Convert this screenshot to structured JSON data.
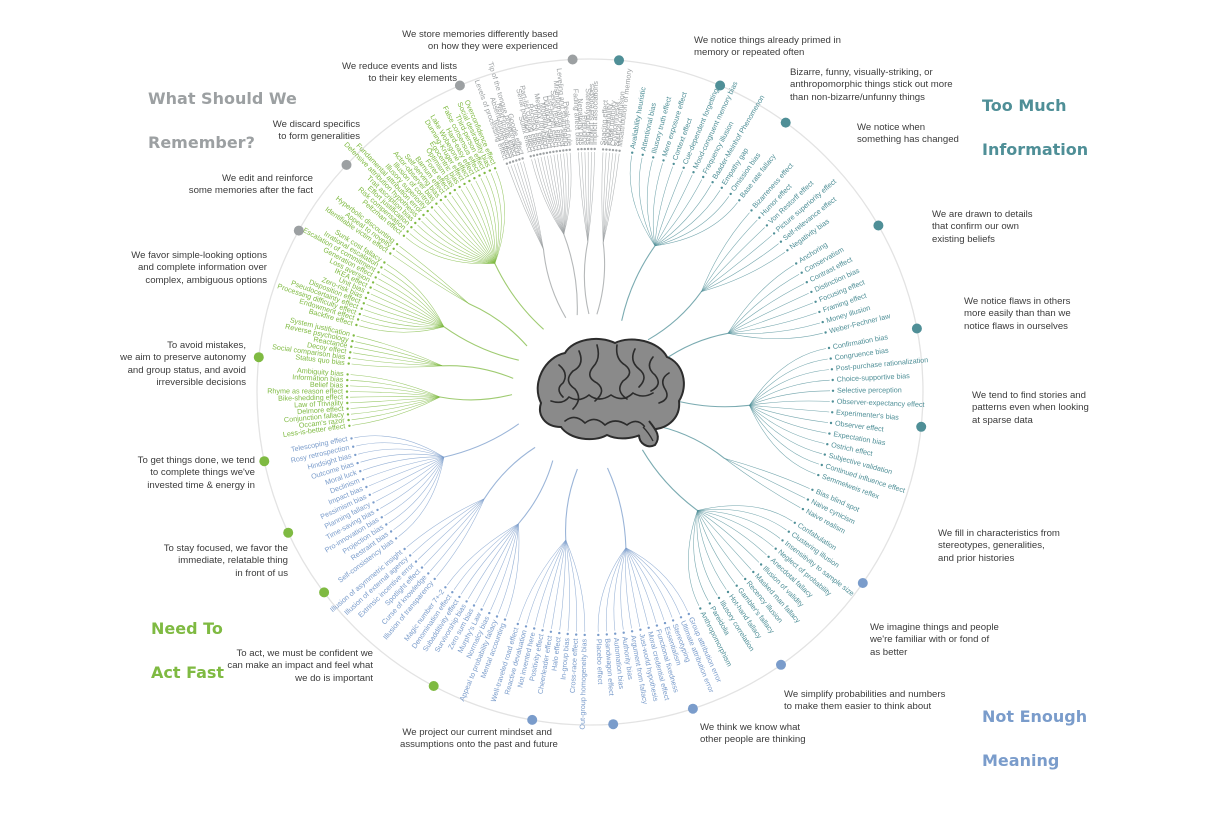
{
  "quadrants": [
    {
      "id": "remember",
      "color": "#9ca0a2",
      "title": [
        "What Should We",
        "Remember?"
      ],
      "needs": [
        {
          "lines": [
            "We store memories differently based",
            "on how they were experienced"
          ],
          "biases": [
            "Levels of processing effect",
            "Testing effect",
            "Absent-mindedness",
            "Next-in-line effect",
            "Tip of the tongue phenomenon",
            "Google effect"
          ]
        },
        {
          "lines": [
            "We reduce events and lists",
            "to their key elements"
          ],
          "biases": [
            "Suffix effect",
            "Serial position effect",
            "Part-list cueing effect",
            "Recency effect",
            "Primacy effect",
            "Memory inhibition",
            "Modality effect",
            "Duration neglect",
            "List-length effect",
            "Serial recall effect",
            "Misinformation effect",
            "Leveling and sharpening",
            "Peak-end rule"
          ]
        },
        {
          "lines": [
            "We discard specifics",
            "to form generalities"
          ],
          "biases": [
            "Fading affect bias",
            "Negativity bias",
            "Prejudice",
            "Stereotypical bias",
            "Implicit stereotypes",
            "Implicit associations"
          ]
        },
        {
          "lines": [
            "We edit and reinforce",
            "some memories after the fact"
          ],
          "biases": [
            "Spacing effect",
            "Suggestibility",
            "False memory",
            "Cryptomnesia",
            "Source confusion",
            "Misattribution of memory"
          ]
        }
      ]
    },
    {
      "id": "fast",
      "color": "#7fba42",
      "title": [
        "Need To",
        "Act Fast"
      ],
      "needs": [
        {
          "lines": [
            "We favor simple-looking options",
            "and complete information over",
            "complex, ambiguous options"
          ],
          "biases": [
            "Less-is-better effect",
            "Occam's razor",
            "Conjunction fallacy",
            "Delmore effect",
            "Law of Triviality",
            "Bike-shedding effect",
            "Rhyme as reason effect",
            "Belief bias",
            "Information bias",
            "Ambiguity bias"
          ]
        },
        {
          "lines": [
            "To avoid mistakes,",
            "we aim to preserve autonomy",
            "and group status, and avoid",
            "irreversible decisions"
          ],
          "biases": [
            "Status quo bias",
            "Social comparison bias",
            "Decoy effect",
            "Reactance",
            "Reverse psychology",
            "System justification"
          ]
        },
        {
          "lines": [
            "To get things done, we tend",
            "to complete things we've",
            "invested time & energy in"
          ],
          "biases": [
            "Backfire effect",
            "Endowment effect",
            "Processing difficulty effect",
            "Pseudocertainty effect",
            "Disposition effect",
            "Zero-risk bias",
            "Unit bias",
            "IKEA effect",
            "Loss aversion",
            "Generation effect",
            "Escalation of commitment",
            "Irrational escalation",
            "Sunk cost fallacy"
          ]
        },
        {
          "lines": [
            "To stay focused, we favor the",
            "immediate, relatable thing",
            "in front of us"
          ],
          "biases": [
            "Identifiable victim effect",
            "Appeal to novelty",
            "Hyperbolic discounting"
          ]
        },
        {
          "lines": [
            "To act, we must be confident we",
            "can make an impact and feel what",
            "we do is important"
          ],
          "biases": [
            "Peltzman effect",
            "Risk compensation",
            "Effort justification",
            "Trait ascription bias",
            "Defensive attribution hypothesis",
            "Fundamental attribution error",
            "Illusory superiority",
            "Illusion of control",
            "Actor-observer bias",
            "Self-serving bias",
            "Barnum effect",
            "Forer effect",
            "Optimism bias",
            "Egocentric bias",
            "Dunning-Kruger effect",
            "Lake Wobegone effect",
            "Hard-easy effect",
            "False consensus effect",
            "Third-person effect",
            "Social desirability bias",
            "Overconfidence effect"
          ]
        }
      ]
    },
    {
      "id": "meaning",
      "color": "#7a9ccb",
      "title": [
        "Not Enough",
        "Meaning"
      ],
      "needs": [
        {
          "lines": [
            "We fill in characteristics from",
            "stereotypes, generalities,",
            "and prior histories"
          ],
          "biases": [
            "Group attribution error",
            "Ultimate attribution error",
            "Stereotyping",
            "Essentialism",
            "Functional fixedness",
            "Moral credential effect",
            "Just-world hypothesis",
            "Argument from fallacy",
            "Authority bias",
            "Automation bias",
            "Bandwagon effect",
            "Placebo effect"
          ]
        },
        {
          "lines": [
            "We imagine things and people",
            "we're familiar with or fond of",
            "as better"
          ],
          "biases": [
            "Out-group homogeneity bias",
            "Cross-race effect",
            "In-group bias",
            "Halo effect",
            "Cheerleader effect",
            "Positivity effect",
            "Not invented here",
            "Reactive devaluation",
            "Well-traveled road effect"
          ]
        },
        {
          "lines": [
            "We simplify probabilities and numbers",
            "to make them easier to think about"
          ],
          "biases": [
            "Mental accounting",
            "Appeal to probability fallacy",
            "Normalcy bias",
            "Murphy's Law",
            "Zero sum bias",
            "Survivorship bias",
            "Subadditivity effect",
            "Denomination effect",
            "Magic number 7+-2"
          ]
        },
        {
          "lines": [
            "We think we know what",
            "other people are thinking"
          ],
          "biases": [
            "Illusion of transparency",
            "Curse of knowledge",
            "Spotlight effect",
            "Extrinsic incentive error",
            "Illusion of external agency",
            "Illusion of asymmetric insight"
          ]
        },
        {
          "lines": [
            "We project our current mindset and",
            "assumptions onto the past and future"
          ],
          "biases": [
            "Self-consistency bias",
            "Restraint bias",
            "Projection bias",
            "Pro-innovation bias",
            "Time-saving bias",
            "Planning fallacy",
            "Pessimism bias",
            "Impact bias",
            "Declinism",
            "Moral luck",
            "Outcome bias",
            "Hindsight bias",
            "Rosy retrospection",
            "Telescoping effect"
          ]
        }
      ]
    },
    {
      "id": "info",
      "color": "#4f8f97",
      "title": [
        "Too Much",
        "Information"
      ],
      "needs": [
        {
          "lines": [
            "We notice things already primed in",
            "memory or repeated often"
          ],
          "biases": [
            "Availability heuristic",
            "Attentional bias",
            "Illusory truth effect",
            "Mere exposure effect",
            "Context effect",
            "Cue-dependent forgetting",
            "Mood-congruent memory bias",
            "Frequency illusion",
            "Baader-Meinhof Phenomenon",
            "Empathy gap",
            "Omission bias",
            "Base rate fallacy"
          ]
        },
        {
          "lines": [
            "Bizarre, funny, visually-striking, or",
            "anthropomorphic things stick out more",
            "than non-bizarre/unfunny things"
          ],
          "biases": [
            "Bizarreness effect",
            "Humor effect",
            "Von Restorff effect",
            "Picture superiority effect",
            "Self-relevance effect",
            "Negativity bias"
          ]
        },
        {
          "lines": [
            "We notice when",
            "something has changed"
          ],
          "biases": [
            "Anchoring",
            "Conservatism",
            "Contrast effect",
            "Distinction bias",
            "Focusing effect",
            "Framing effect",
            "Money illusion",
            "Weber-Fechner law"
          ]
        },
        {
          "lines": [
            "We are drawn to details",
            "that confirm our own",
            "existing beliefs"
          ],
          "biases": [
            "Confirmation bias",
            "Congruence bias",
            "Post-purchase rationalization",
            "Choice-supportive bias",
            "Selective perception",
            "Observer-expectancy effect",
            "Experimenter's bias",
            "Observer effect",
            "Expectation bias",
            "Ostrich effect",
            "Subjective validation",
            "Continued influence effect",
            "Semmelweis reflex"
          ]
        },
        {
          "lines": [
            "We notice flaws in others",
            "more easily than than we",
            "notice flaws in ourselves"
          ],
          "biases": [
            "Bias blind spot",
            "Naive cynicism",
            "Naive realism"
          ]
        },
        {
          "lines": [
            "We tend to find stories and",
            "patterns even when looking",
            "at sparse data"
          ],
          "biases": [
            "Confabulation",
            "Clustering illusion",
            "Insensitivity to sample size",
            "Neglect of probability",
            "Anecdotal fallacy",
            "Illusion of validity",
            "Masked man fallacy",
            "Recency illusion",
            "Gambler's fallacy",
            "Hot-hand fallacy",
            "Illusory correlation",
            "Pareidolia",
            "Anthropomorphism"
          ]
        }
      ]
    }
  ]
}
